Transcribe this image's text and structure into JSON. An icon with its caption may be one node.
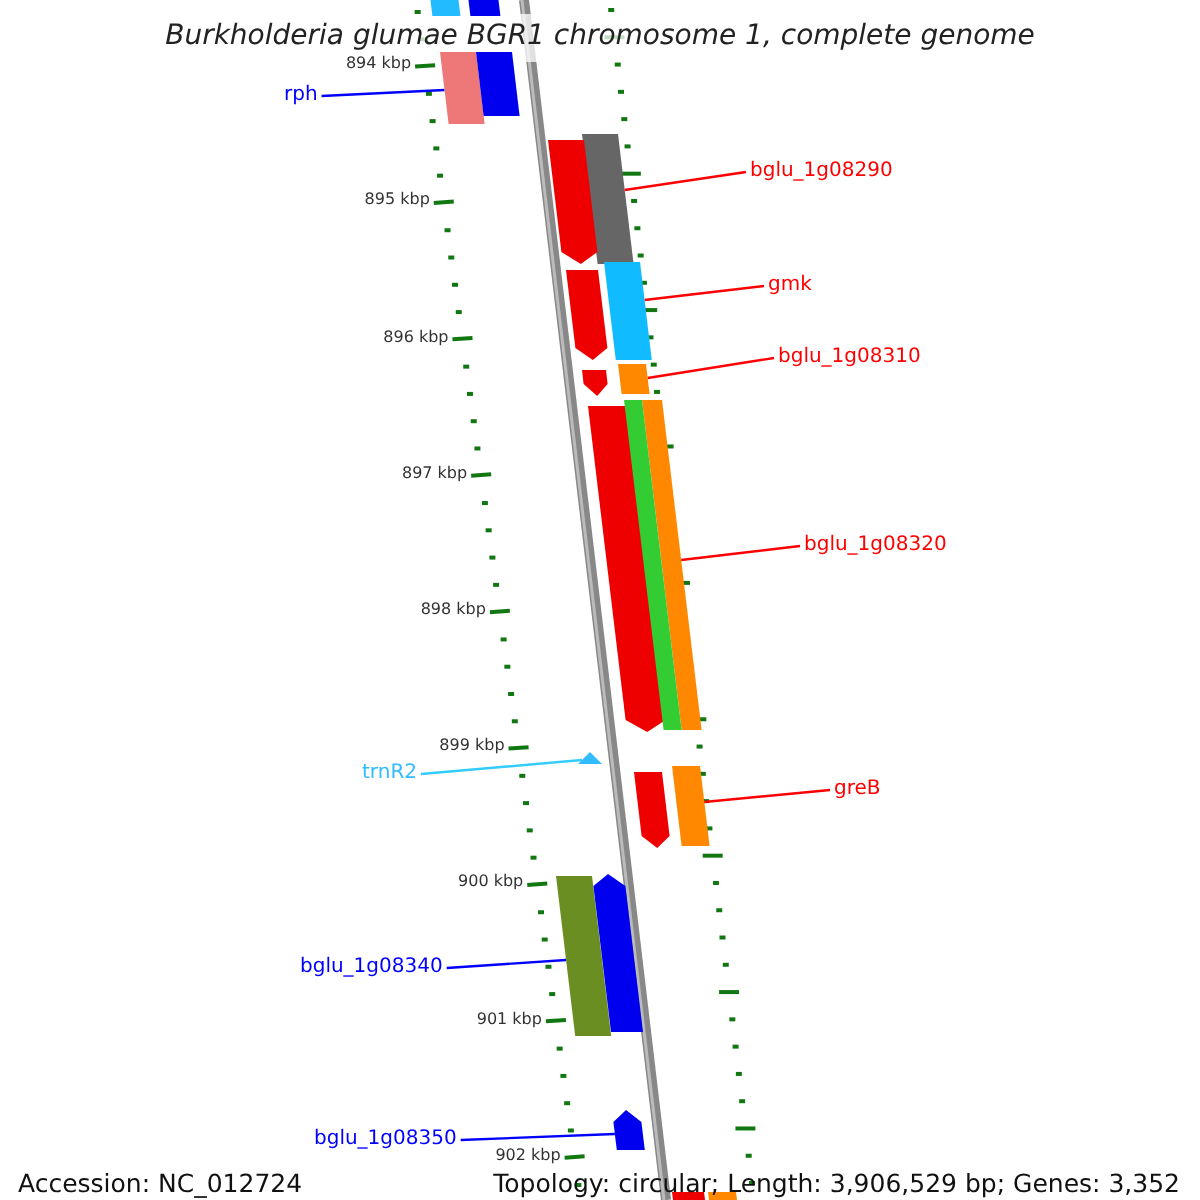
{
  "diagram": {
    "title": "Burkholderia glumae BGR1 chromosome 1, complete genome",
    "nodes": [
      {
        "text": [
          "rph"
        ]
      },
      {
        "text": [
          "bglu_1g08290"
        ]
      },
      {
        "text": [
          "gmk"
        ]
      },
      {
        "text": [
          "bglu_1g08310"
        ]
      },
      {
        "text": [
          "bglu_1g08320"
        ]
      },
      {
        "text": [
          "trnR2"
        ]
      },
      {
        "text": [
          "greB"
        ]
      },
      {
        "text": [
          "bglu_1g08340"
        ]
      },
      {
        "text": [
          "bglu_1g08350"
        ]
      },
      {
        "text": [],
        "shape": "bar"
      },
      {
        "text": [],
        "shape": "bar"
      },
      {
        "text": [],
        "shape": "bar"
      },
      {
        "text": [],
        "shape": "bar"
      },
      {
        "text": [],
        "shape": "bar"
      },
      {
        "text": [],
        "shape": "triangle"
      },
      {
        "text": [],
        "shape": "bar"
      },
      {
        "text": [],
        "shape": "bar"
      },
      {
        "text": [],
        "shape": "bar"
      },
      {
        "text": [],
        "shape": "bar"
      },
      {
        "text": [],
        "shape": "bar"
      },
      {
        "text": [],
        "shape": "bar"
      },
      {
        "text": [],
        "shape": "bar"
      },
      {
        "text": [],
        "shape": "bar"
      },
      {
        "text": [],
        "shape": "bar"
      },
      {
        "text": [],
        "shape": "bar"
      },
      {
        "text": [],
        "shape": "bar"
      },
      {
        "text": [],
        "shape": "bar"
      },
      {
        "text": [],
        "shape": "bar"
      },
      {
        "text": [],
        "shape": "bar"
      },
      {
        "text": [],
        "shape": "bar"
      }
    ],
    "edges": [
      {
        "from": 0,
        "to": 9,
        "arrow": "none",
        "color": "#0000ff"
      },
      {
        "from": 1,
        "to": 10,
        "arrow": "none"
      },
      {
        "from": 2,
        "to": 11,
        "arrow": "none"
      },
      {
        "from": 3,
        "to": 12,
        "arrow": "none"
      },
      {
        "from": 4,
        "to": 13,
        "arrow": "none"
      },
      {
        "from": 5,
        "to": 14,
        "arrow": "none",
        "color": "#33ccff"
      },
      {
        "from": 6,
        "to": 15,
        "arrow": "none"
      },
      {
        "from": 7,
        "to": 16,
        "arrow": "none",
        "color": "#0000ff"
      },
      {
        "from": 8,
        "to": 17,
        "arrow": "none",
        "color": "#0000ff"
      }
    ],
    "labels": [
      "894 kbp",
      "895 kbp",
      "896 kbp",
      "897 kbp",
      "898 kbp",
      "899 kbp",
      "900 kbp",
      "901 kbp",
      "902 kbp",
      "Accession: NC_012724",
      "Topology: circular; Length: 3,906,529 bp; Genes: 3,352"
    ]
  }
}
